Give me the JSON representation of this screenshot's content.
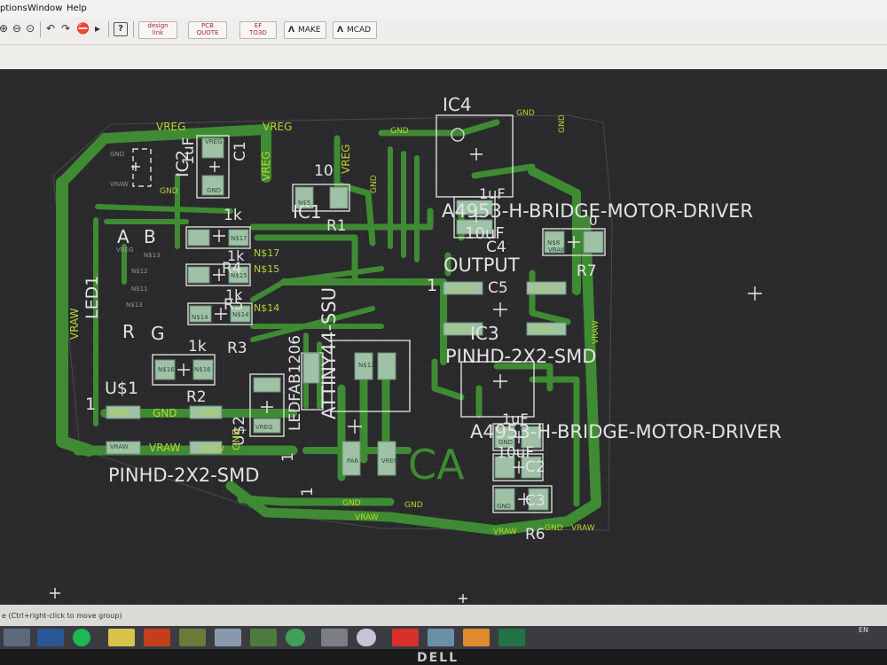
{
  "menu": [
    "ptions",
    "Window",
    "Help"
  ],
  "toolbar": {
    "design_link": [
      "design",
      "link"
    ],
    "pcb_quote": [
      "PCB",
      "QUOTE"
    ],
    "ee_to_3d": [
      "EF",
      "TO3D"
    ],
    "make_label": "MAKE",
    "mcad_label": "MCAD"
  },
  "status": {
    "text": "e (Ctrl+right-click to move group)",
    "lang": "EN"
  },
  "bezel_logo": "DELL",
  "colors": {
    "canvas": "#2a2a2c",
    "trace": "#3f8b33",
    "pad": "#9fc2a6",
    "outline": "#dcdcdc",
    "label": "#e0e0e0",
    "net": "#b4d82f"
  },
  "board": {
    "big_labels": [
      "IC4",
      "A4953-H-BRIDGE-MOTOR-DRIVER",
      "1uF",
      "10uF",
      "C4",
      "OUTPUT",
      "C5",
      "1",
      "IC3",
      "PINHD-2X2-SMD",
      "A4953-H-BRIDGE-MOTOR-DRIVER",
      "1uF",
      "10uF",
      "C2",
      "C3",
      "R6",
      "R7",
      "0",
      "IC2",
      "1uF",
      "C1",
      "10",
      "IC1",
      "R1",
      "1k",
      "R4",
      "1k",
      "R5",
      "1k",
      "R3",
      "1k",
      "R2",
      "LED1",
      "A",
      "B",
      "R",
      "G",
      "U$1",
      "1",
      "U$2",
      "LEDFAB1206",
      "ATTINY44-SSU",
      "PINHD-2X2-SMD",
      "1",
      "1",
      "CA"
    ],
    "net_labels": [
      "VREG",
      "VREG",
      "VREG",
      "VREG",
      "GND",
      "GND",
      "GND",
      "GND",
      "GND",
      "GND",
      "GND",
      "VRAW",
      "VRAW",
      "VRAW",
      "VRAW",
      "VRAW",
      "GND",
      "GND",
      "VRAW",
      "GND",
      "N$17",
      "N$15",
      "N$14",
      "VRAW",
      "GND",
      "GND"
    ],
    "pad_labels": [
      "VREG",
      "GND",
      "N$17",
      "N$15",
      "N$14",
      "N$16",
      "B_OUT2",
      "A_OUT2",
      "B_OUT1",
      "A_OUT1",
      "N$8",
      "VREG",
      "GND",
      "VRAW",
      "VRAW",
      "GND",
      "GND",
      "N$5",
      "N$11",
      "N$12",
      "N$13",
      "N$13",
      "N$14",
      "N$16",
      "VREG",
      "PA6",
      "VREG",
      "N$12",
      "VRAW"
    ]
  }
}
